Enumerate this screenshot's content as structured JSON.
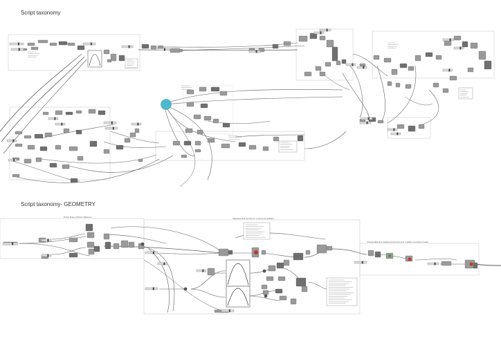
{
  "sections": {
    "top_title": "Script taxonomy",
    "bottom_title": "Script taxonomy- GEOMETRY"
  },
  "groups": {
    "g1": "Draw lines a fixed distance",
    "g2": "displace the points on a sinuous pattern",
    "g3": "interpolate the displaced points and create a surface mesh"
  },
  "colors": {
    "wire": "#5a5a5a",
    "node": "#9a9a9a",
    "node_dark": "#6f6f6f",
    "panel": "#ffffff",
    "group_border": "#c8c8c8",
    "accent_circle": "#4fb8cf",
    "accent_red": "#c0392b",
    "accent_green": "#4a9a3a"
  }
}
